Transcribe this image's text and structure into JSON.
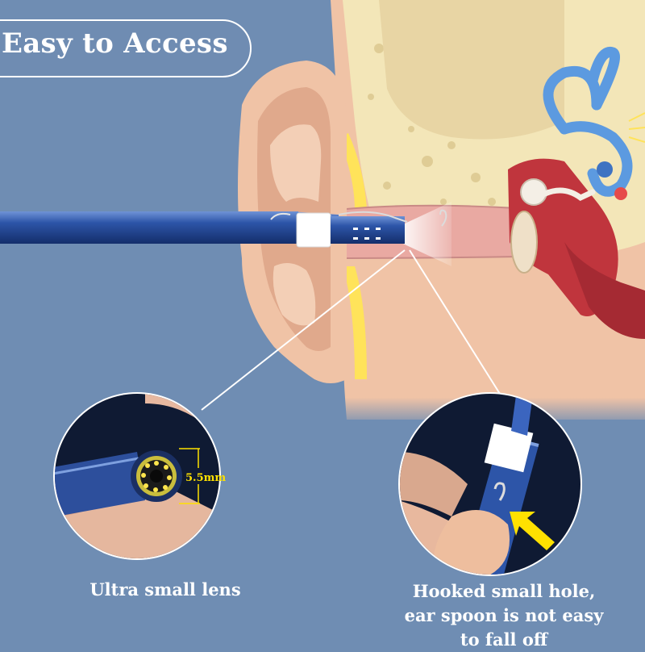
{
  "title": "Easy to Access",
  "lens_callout": {
    "diameter_label": "5.5mm",
    "caption": "Ultra small lens"
  },
  "hook_callout": {
    "caption_lines": [
      "Hooked small hole,",
      "ear spoon is not easy",
      "to fall off"
    ]
  },
  "colors": {
    "background": "#6f8db3",
    "probe_blue": "#2d55a8",
    "skin": "#f0c3a6",
    "bone": "#f3e6b8",
    "cochlea_blue": "#5c9ae0",
    "canal_red": "#c0353d",
    "arrow_yellow": "#ffe100"
  }
}
